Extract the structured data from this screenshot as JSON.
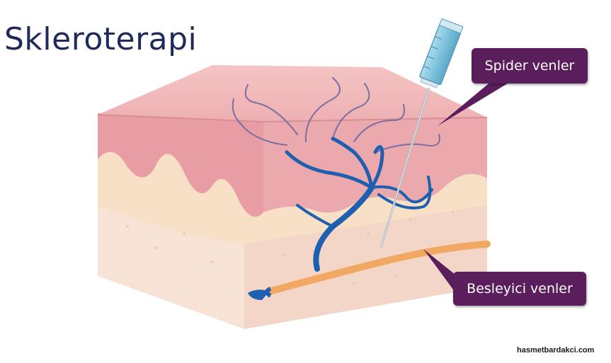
{
  "title": "Skleroterapi",
  "labels": {
    "spider": "Spider venler",
    "besleyici": "Besleyici venler"
  },
  "watermark": "hasmetbardakci.com",
  "colors": {
    "title": "#1f2a5c",
    "callout_bg": "#5a1e5c",
    "epidermis": "#e8a1a6",
    "dermis": "#f7ddc6",
    "subcutis": "#f6ddd1",
    "vein": "#1e5fb0",
    "feeder_vein": "#f0a862",
    "syringe": "#7fc2dc"
  },
  "icons": [
    "syringe-icon",
    "needle-icon"
  ]
}
